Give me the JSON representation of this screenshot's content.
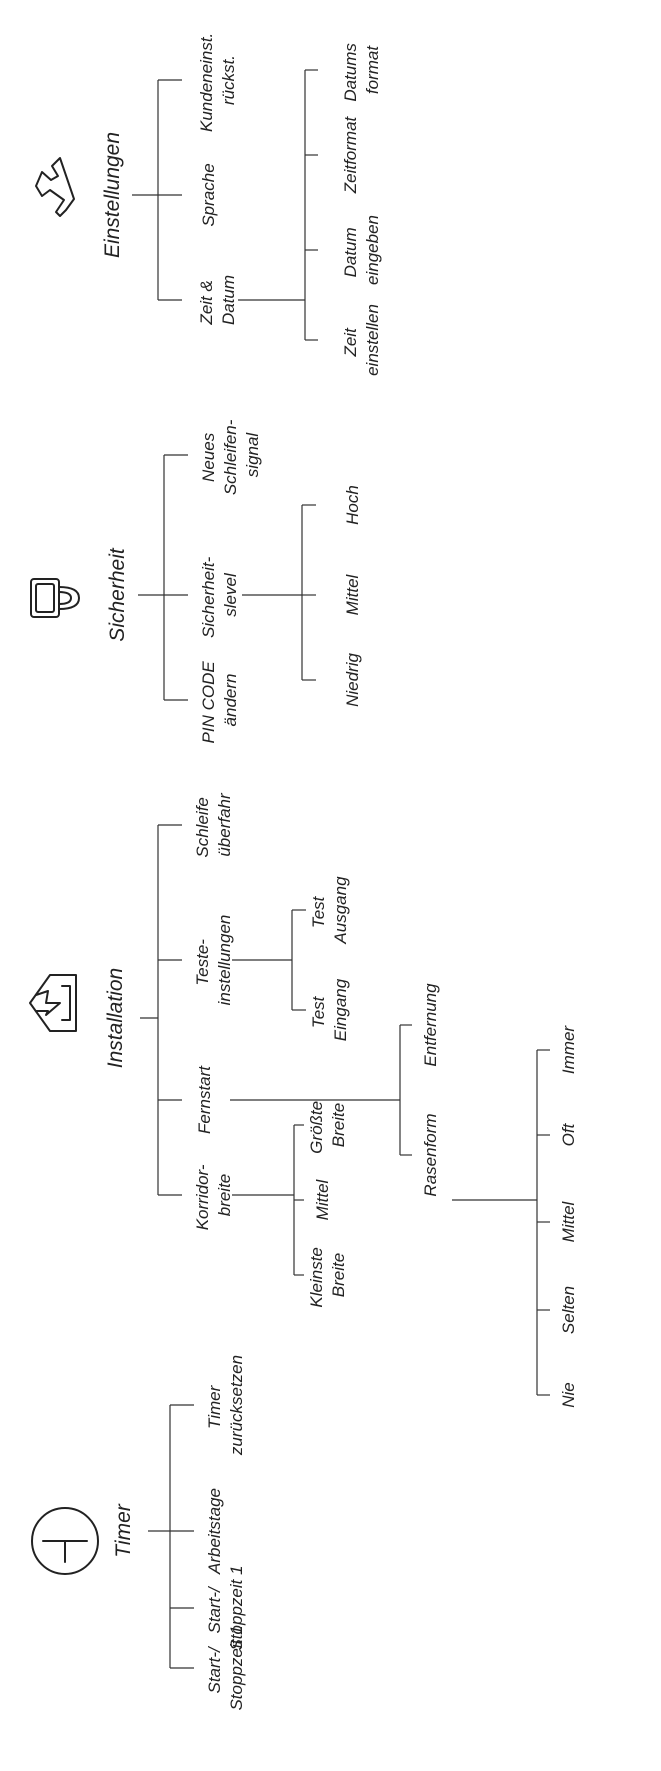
{
  "sections": {
    "timer": {
      "title": "Timer",
      "icon": "timer-icon",
      "items": [
        {
          "lines": [
            "Start-/",
            "Stoppzeit 1"
          ]
        },
        {
          "lines": [
            "Start-/",
            "Stoppzeit 1"
          ]
        },
        {
          "lines": [
            "Arbeitstage"
          ]
        },
        {
          "lines": [
            "Timer",
            "zurücksetzen"
          ]
        }
      ]
    },
    "installation": {
      "title": "Installation",
      "icon": "installation-icon",
      "items": [
        {
          "lines": [
            "Korridor-",
            "breite"
          ]
        },
        {
          "lines": [
            "Fernstart"
          ]
        },
        {
          "lines": [
            "Teste-",
            "instellungen"
          ]
        },
        {
          "lines": [
            "Schleife",
            "überfahr"
          ]
        }
      ],
      "korridorbreite": [
        {
          "lines": [
            "Kleinste",
            "Breite"
          ]
        },
        {
          "lines": [
            "Mittel"
          ]
        },
        {
          "lines": [
            "Größte",
            "Breite"
          ]
        }
      ],
      "fernstart": [
        {
          "lines": [
            "Rasenform"
          ]
        },
        {
          "lines": [
            "Entfernung"
          ]
        }
      ],
      "rasenform": [
        {
          "lines": [
            "Nie"
          ]
        },
        {
          "lines": [
            "Selten"
          ]
        },
        {
          "lines": [
            "Mittel"
          ]
        },
        {
          "lines": [
            "Oft"
          ]
        },
        {
          "lines": [
            "Immer"
          ]
        }
      ],
      "testeinstellungen": [
        {
          "lines": [
            "Test",
            "Eingang"
          ]
        },
        {
          "lines": [
            "Test",
            "Ausgang"
          ]
        }
      ]
    },
    "sicherheit": {
      "title": "Sicherheit",
      "icon": "lock-icon",
      "items": [
        {
          "lines": [
            "PIN CODE",
            "ändern"
          ]
        },
        {
          "lines": [
            "Sicherheit-",
            "slevel"
          ]
        },
        {
          "lines": [
            "Neues",
            "Schleifen-",
            "signal"
          ]
        }
      ],
      "sicherheitslevel": [
        {
          "lines": [
            "Niedrig"
          ]
        },
        {
          "lines": [
            "Mittel"
          ]
        },
        {
          "lines": [
            "Hoch"
          ]
        }
      ]
    },
    "einstellungen": {
      "title": "Einstellungen",
      "icon": "wrench-icon",
      "items": [
        {
          "lines": [
            "Zeit &",
            "Datum"
          ]
        },
        {
          "lines": [
            "Sprache"
          ]
        },
        {
          "lines": [
            "Kundeneinst.",
            "rückst."
          ]
        }
      ],
      "zeit_datum": [
        {
          "lines": [
            "Zeit",
            "einstellen"
          ]
        },
        {
          "lines": [
            "Datum",
            "eingeben"
          ]
        },
        {
          "lines": [
            "Zeitformat"
          ]
        },
        {
          "lines": [
            "Datums",
            "format"
          ]
        }
      ]
    }
  }
}
